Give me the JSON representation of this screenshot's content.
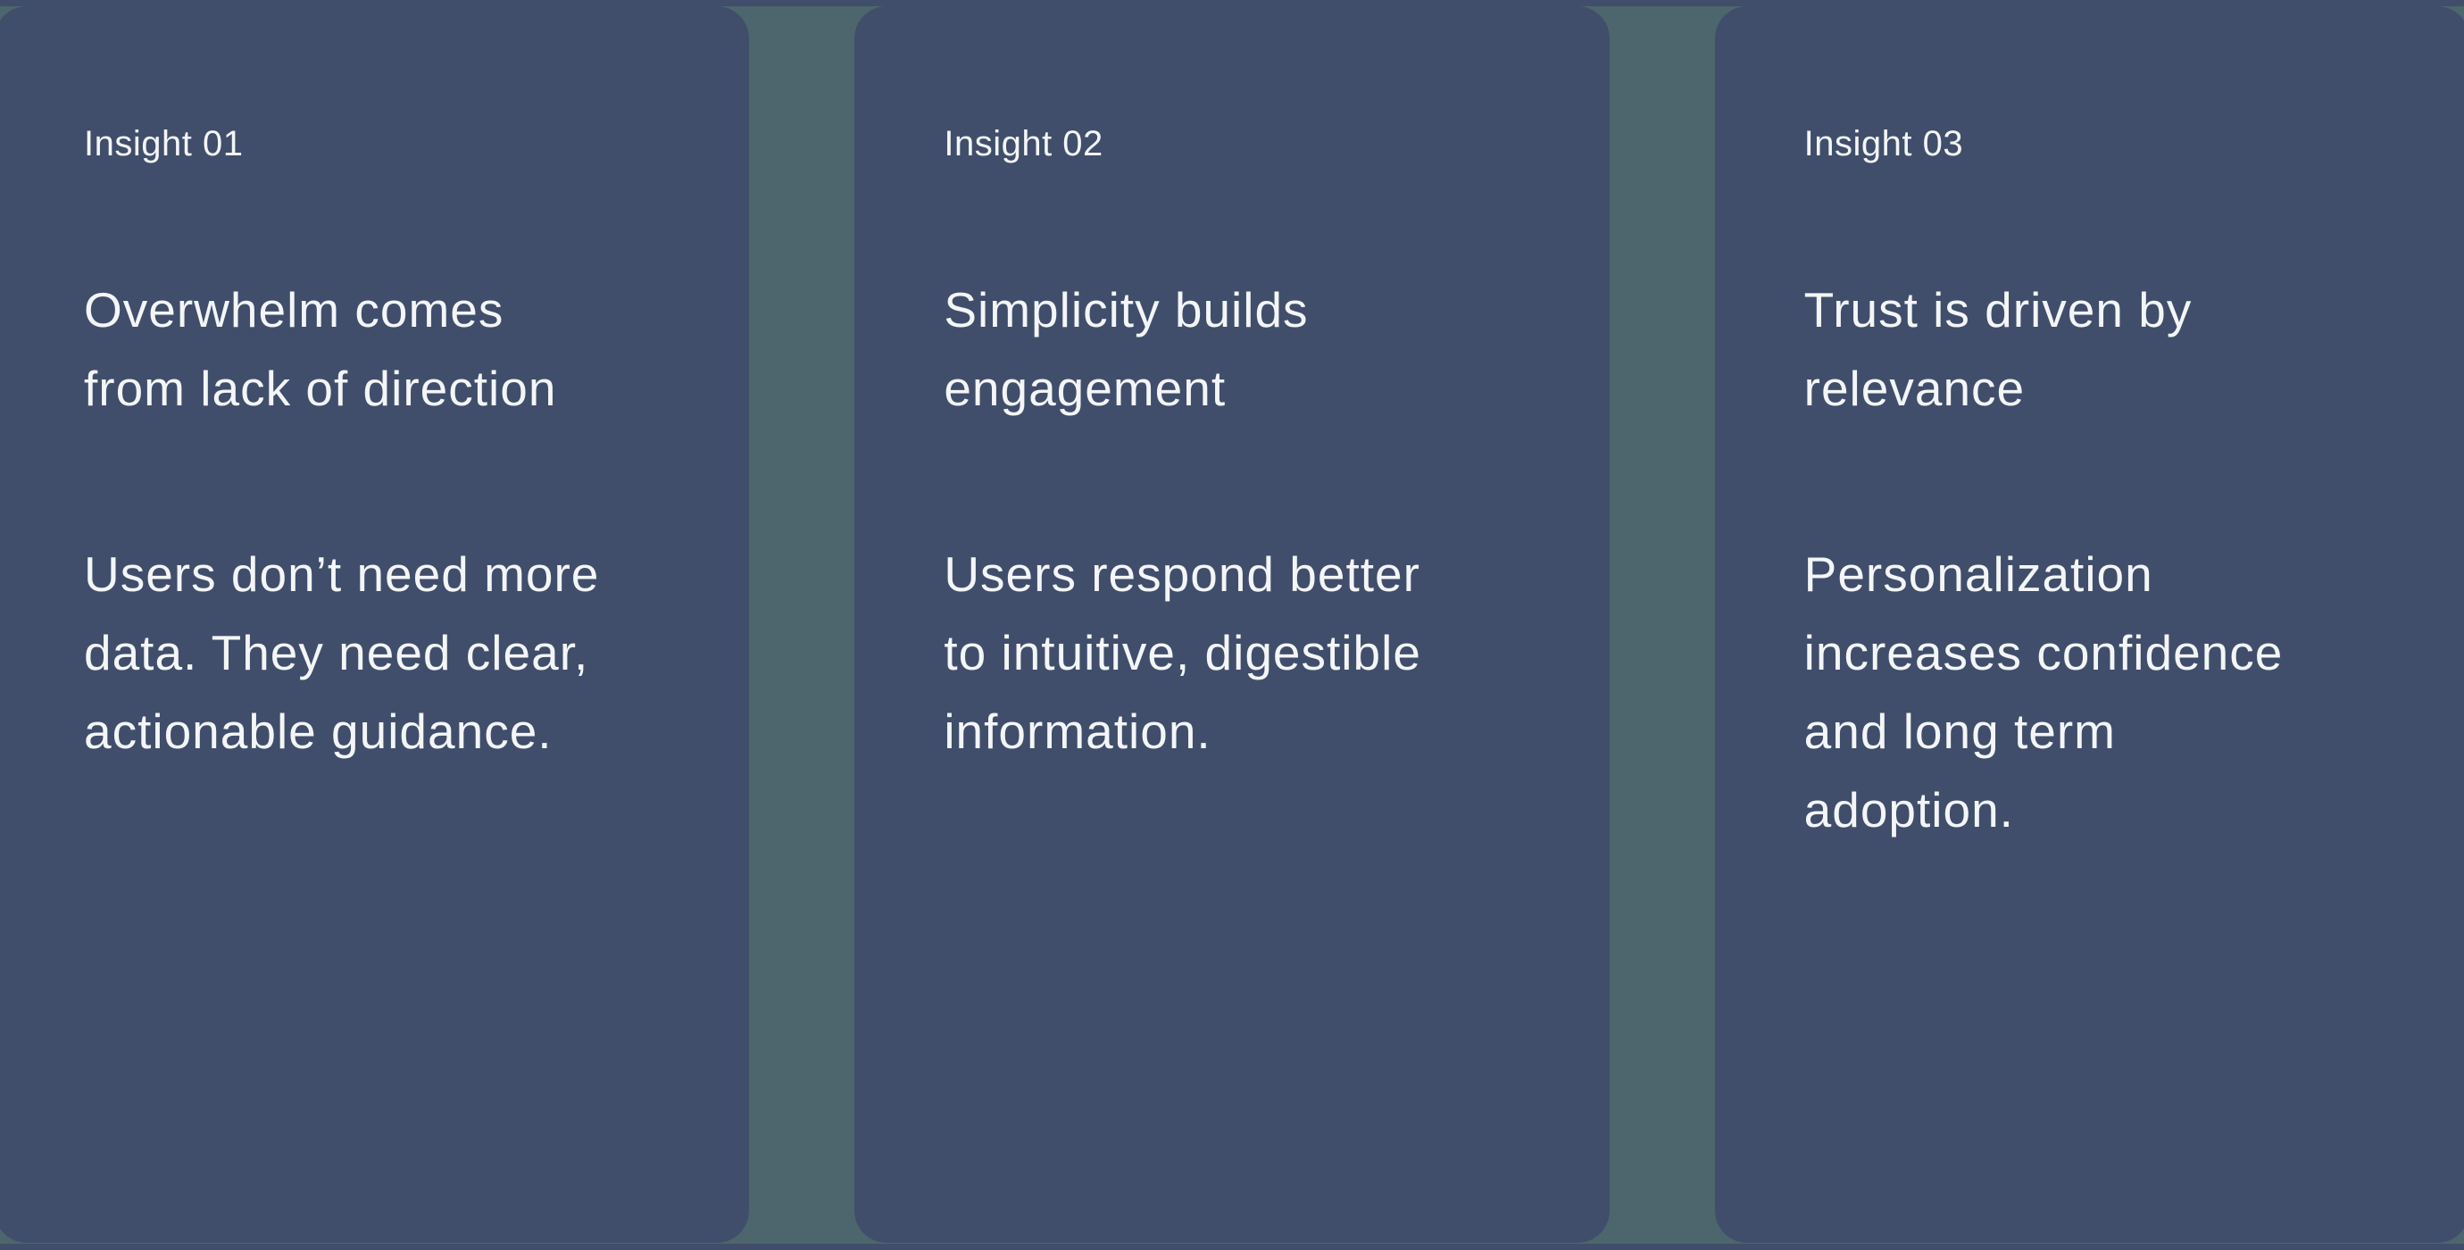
{
  "background_color": "#4d666d",
  "card_color": "#404e6b",
  "text_color": "#f3f5f7",
  "cards": [
    {
      "label": "Insight 01",
      "heading_lines": [
        "Overwhelm comes",
        "from lack of direction"
      ],
      "heading_text": "Overwhelm comes from lack of direction",
      "body_lines": [
        "Users don’t need more",
        "data. They need clear,",
        "actionable guidance."
      ],
      "body_text": "Users don’t need more data. They need clear, actionable guidance."
    },
    {
      "label": "Insight 02",
      "heading_lines": [
        "Simplicity builds",
        "engagement"
      ],
      "heading_text": "Simplicity builds engagement",
      "body_lines": [
        "Users respond better",
        "to intuitive, digestible",
        "information."
      ],
      "body_text": "Users respond better to intuitive, digestible information."
    },
    {
      "label": "Insight 03",
      "heading_lines": [
        "Trust is driven by",
        "relevance"
      ],
      "heading_text": "Trust is driven by relevance",
      "body_lines": [
        "Personalization",
        "increases confidence",
        "and long term",
        "adoption."
      ],
      "body_text": "Personalization increases confidence and long term adoption."
    }
  ]
}
